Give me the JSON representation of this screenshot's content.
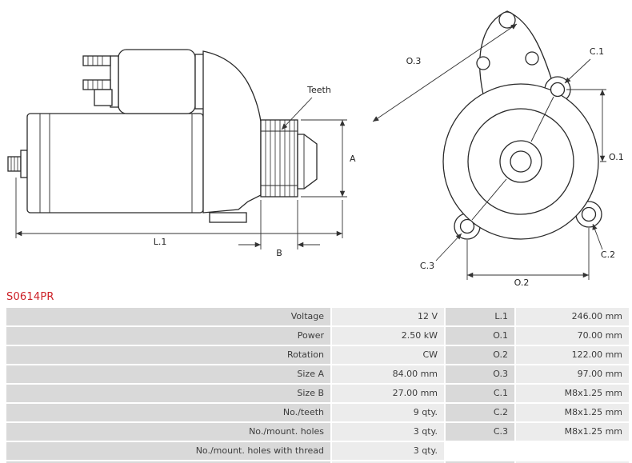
{
  "part_number": "S0614PR",
  "colors": {
    "accent_red": "#cc1f26",
    "drawing_line": "#2a2a2a",
    "table_label_bg": "#d9d9d9",
    "table_value_bg": "#ececec"
  },
  "drawing": {
    "side_view": {
      "teeth": "Teeth",
      "dim_l1": "L.1",
      "dim_a": "A",
      "dim_b": "B"
    },
    "front_view": {
      "dim_o3": "O.3",
      "dim_c1": "C.1",
      "dim_o1": "O.1",
      "dim_c3": "C.3",
      "dim_c2": "C.2",
      "dim_o2": "O.2"
    }
  },
  "table": {
    "rows": [
      {
        "label": "Voltage",
        "value": "12 V",
        "label2": "L.1",
        "value2": "246.00 mm"
      },
      {
        "label": "Power",
        "value": "2.50 kW",
        "label2": "O.1",
        "value2": "70.00 mm"
      },
      {
        "label": "Rotation",
        "value": "CW",
        "label2": "O.2",
        "value2": "122.00 mm"
      },
      {
        "label": "Size A",
        "value": "84.00 mm",
        "label2": "O.3",
        "value2": "97.00 mm"
      },
      {
        "label": "Size B",
        "value": "27.00 mm",
        "label2": "C.1",
        "value2": "M8x1.25 mm"
      },
      {
        "label": "No./teeth",
        "value": "9 qty.",
        "label2": "C.2",
        "value2": "M8x1.25 mm"
      },
      {
        "label": "No./mount. holes",
        "value": "3 qty.",
        "label2": "C.3",
        "value2": "M8x1.25 mm"
      },
      {
        "label": "No./mount. holes with thread",
        "value": "3 qty.",
        "label2": "",
        "value2": ""
      }
    ]
  }
}
